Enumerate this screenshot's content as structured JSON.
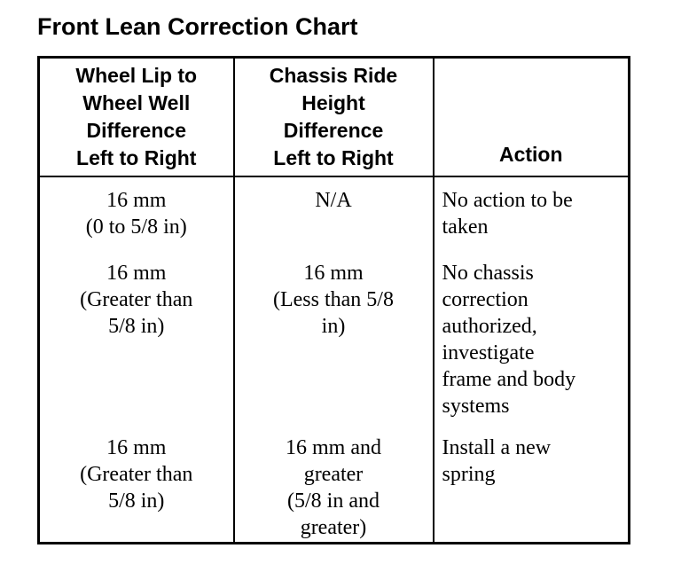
{
  "page": {
    "title": "Front Lean Correction Chart"
  },
  "colors": {
    "text": "#000000",
    "border": "#000000",
    "background": "#ffffff"
  },
  "table": {
    "headers": [
      {
        "label": "Wheel Lip to\nWheel Well\nDifference\nLeft to Right"
      },
      {
        "label": "Chassis Ride\nHeight\nDifference\nLeft to Right"
      },
      {
        "label": "Action"
      }
    ],
    "rows": [
      {
        "wheel_lip_difference": "16 mm\n(0 to 5/8 in)",
        "chassis_ride_height_difference": "N/A",
        "action": "No action to be\ntaken"
      },
      {
        "wheel_lip_difference": "16 mm\n(Greater than\n5/8 in)",
        "chassis_ride_height_difference": "16 mm\n(Less than 5/8\nin)",
        "action": "No chassis\ncorrection\nauthorized,\ninvestigate\nframe and body\nsystems"
      },
      {
        "wheel_lip_difference": "16 mm\n(Greater than\n5/8 in)",
        "chassis_ride_height_difference": "16 mm and\ngreater\n(5/8 in and\ngreater)",
        "action": "Install a new\nspring"
      }
    ]
  }
}
